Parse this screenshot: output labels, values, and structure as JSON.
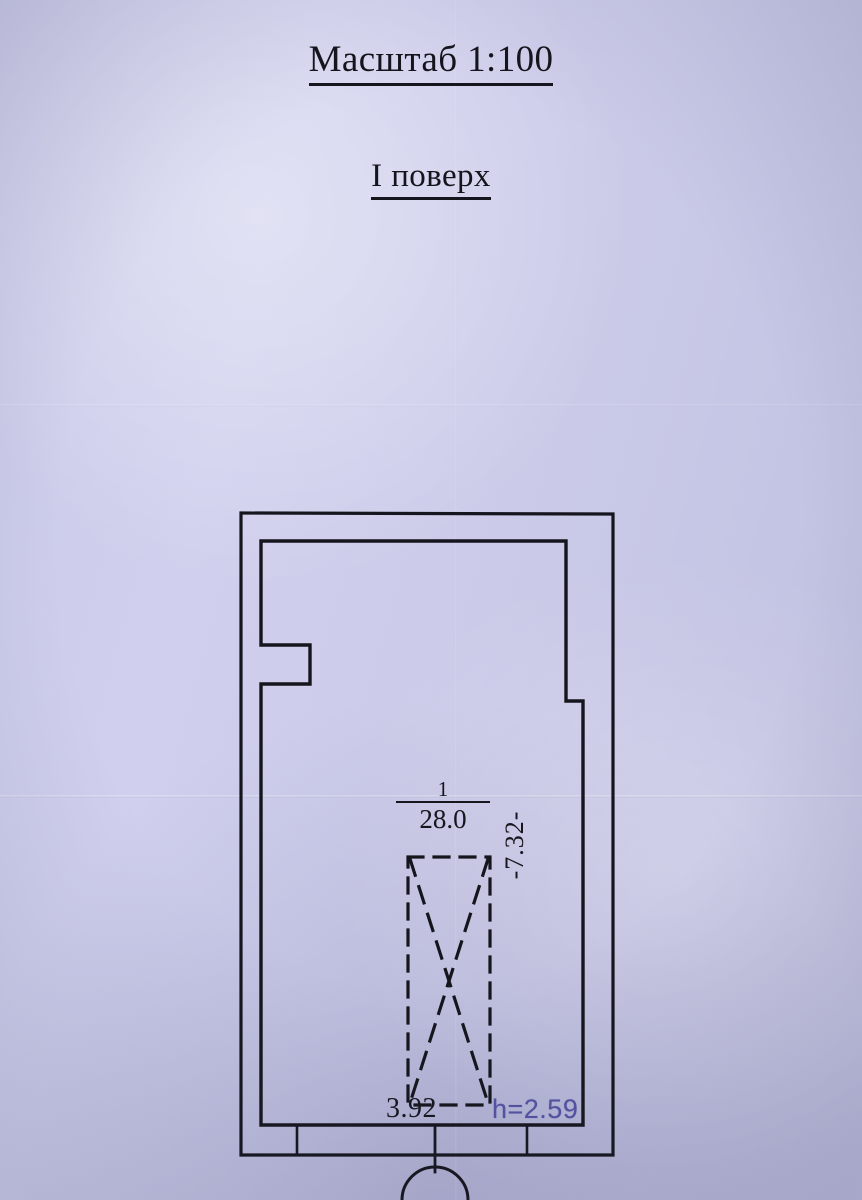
{
  "document": {
    "title_scale": "Масштаб 1:100",
    "title_floor": "І поверх",
    "paper_color": "#ccccea",
    "ink_color": "#16161e",
    "handwriting_color": "#4b4ba0"
  },
  "plan": {
    "room": {
      "number": "1",
      "area": "28.0"
    },
    "dimensions": {
      "vertical_label": "-7.32-",
      "bottom_label": "3.92"
    },
    "annotations": {
      "ceiling_height": "h=2.59"
    },
    "features": {
      "stairs_void": "dashed-rectangle-with-cross",
      "left_wall_recess": "notch",
      "right_wall_step": "notch",
      "bottom_window": "window-opening",
      "section_marker": "circle-callout"
    }
  }
}
